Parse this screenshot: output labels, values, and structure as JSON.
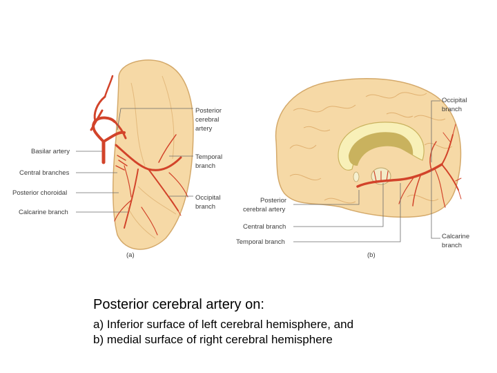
{
  "figure": {
    "panel_a": {
      "tag": "(a)",
      "labels": {
        "posterior_cerebral_artery": [
          "Posterior",
          "cerebral",
          "artery"
        ],
        "temporal_branch": [
          "Temporal",
          "branch"
        ],
        "occipital_branch": [
          "Occipital",
          "branch"
        ],
        "basilar_artery": "Basilar artery",
        "central_branches": "Central branches",
        "posterior_choroidal": "Posterior choroidal",
        "calcarine_branch": "Calcarine branch"
      }
    },
    "panel_b": {
      "tag": "(b)",
      "labels": {
        "occipital_branch": [
          "Occipital",
          "branch"
        ],
        "posterior_cerebral_artery": [
          "Posterior",
          "cerebral artery"
        ],
        "central_branch": "Central branch",
        "temporal_branch": "Temporal branch",
        "calcarine_branch": [
          "Calcarine",
          "branch"
        ]
      }
    },
    "colors": {
      "brain_fill": "#f6d9a6",
      "brain_outline": "#d4a96a",
      "artery": "#d2432a",
      "ventricle": "#c9b25e"
    }
  },
  "caption": {
    "title": "Posterior cerebral artery on:",
    "line_a": "a)  Inferior surface of left cerebral hemisphere, and",
    "line_b": "b)  medial surface of right cerebral hemisphere"
  }
}
